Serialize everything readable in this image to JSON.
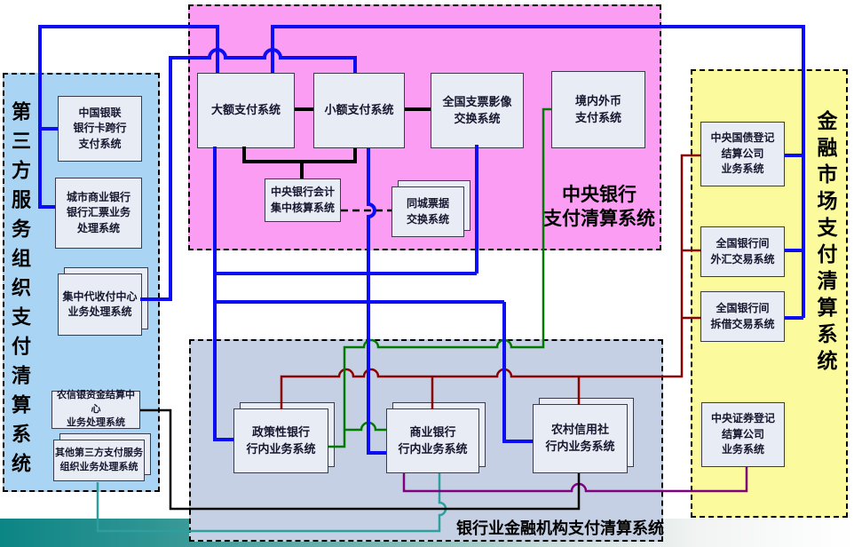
{
  "regions": {
    "third_party": {
      "title": "第三方服务组织支付清算系统"
    },
    "central_bank": {
      "title_line1": "中央银行",
      "title_line2": "支付清算系统"
    },
    "financial_market": {
      "title": "金融市场支付清算系统"
    },
    "banking": {
      "title": "银行业金融机构支付清算系统"
    }
  },
  "boxes": {
    "unionpay": {
      "lines": [
        "中国银联",
        "银行卡跨行",
        "支付系统"
      ]
    },
    "city_bank_draft": {
      "lines": [
        "城市商业银行",
        "银行汇票业务",
        "处理系统"
      ]
    },
    "collection_center": {
      "lines": [
        "集中代收付中心",
        "业务处理系统"
      ]
    },
    "rural_credit_settlement": {
      "lines": [
        "农信银资金结算中心",
        "业务处理系统"
      ]
    },
    "other_third_party": {
      "lines": [
        "其他第三方支付服务",
        "组织业务处理系统"
      ]
    },
    "hvps": {
      "lines": [
        "大额支付系统"
      ]
    },
    "beps": {
      "lines": [
        "小额支付系统"
      ]
    },
    "cheque_image": {
      "lines": [
        "全国支票影像",
        "交换系统"
      ]
    },
    "foreign_currency": {
      "lines": [
        "境内外币",
        "支付系统"
      ]
    },
    "cb_accounting": {
      "lines": [
        "中央银行会计",
        "集中核算系统"
      ]
    },
    "local_clearing": {
      "lines": [
        "同城票据",
        "交换系统"
      ]
    },
    "policy_bank": {
      "lines": [
        "政策性银行",
        "行内业务系统"
      ]
    },
    "commercial_bank": {
      "lines": [
        "商业银行",
        "行内业务系统"
      ]
    },
    "rural_credit_union": {
      "lines": [
        "农村信用社",
        "行内业务系统"
      ]
    },
    "govt_bond_registry": {
      "lines": [
        "中央国债登记",
        "结算公司",
        "业务系统"
      ]
    },
    "fx_trading": {
      "lines": [
        "全国银行间",
        "外汇交易系统"
      ]
    },
    "interbank_lending": {
      "lines": [
        "全国银行间",
        "拆借交易系统"
      ]
    },
    "securities_registry": {
      "lines": [
        "中央证券登记",
        "结算公司",
        "业务系统"
      ]
    }
  },
  "colors": {
    "region_third_party_bg": "#a9d4f4",
    "region_central_bank_bg": "#fb9df3",
    "region_financial_market_bg": "#fbfb9e",
    "region_banking_bg": "#c5d0e4",
    "box_bg": "#e7ecf5",
    "wire_blue": "#0d0df2",
    "wire_black": "#000000",
    "wire_dark_red": "#8b0000",
    "wire_green": "#007a00",
    "wire_teal": "#2e9e9e",
    "wire_purple": "#800080",
    "bottom_bar_teal": "#0c8585"
  }
}
